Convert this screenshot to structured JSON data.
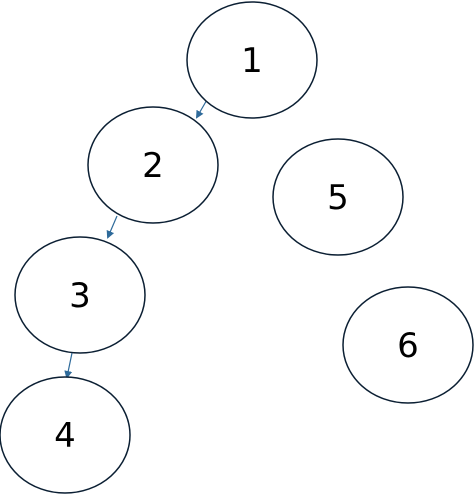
{
  "diagram": {
    "nodes": [
      {
        "id": "n1",
        "label": "1"
      },
      {
        "id": "n2",
        "label": "2"
      },
      {
        "id": "n3",
        "label": "3"
      },
      {
        "id": "n4",
        "label": "4"
      },
      {
        "id": "n5",
        "label": "5"
      },
      {
        "id": "n6",
        "label": "6"
      }
    ],
    "edges": [
      {
        "from": "n1",
        "to": "n2"
      },
      {
        "from": "n2",
        "to": "n3"
      },
      {
        "from": "n3",
        "to": "n4"
      }
    ],
    "colors": {
      "node_stroke": "#0b1f33",
      "edge": "#2e6a9a",
      "label": "#000000",
      "background": "#ffffff"
    }
  }
}
